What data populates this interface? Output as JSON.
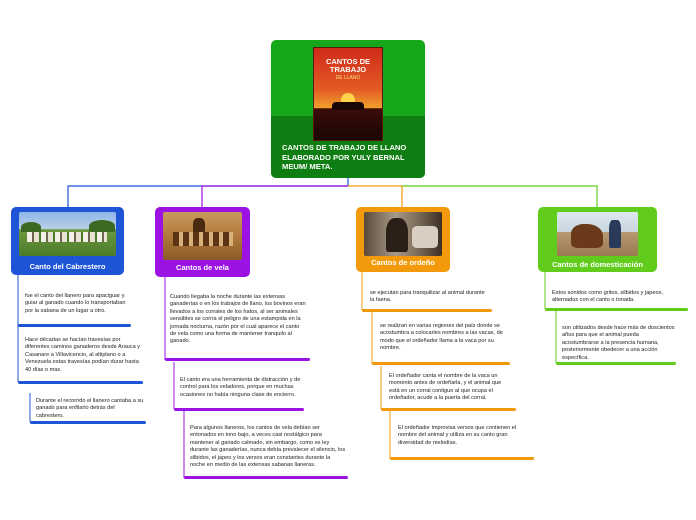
{
  "central": {
    "title": "CANTOS DE TRABAJO DE LLANO ELABORADO POR YULY BERNAL MEUM/ META.",
    "book_title": "CANTOS DE TRABAJO",
    "book_subtitle": "DE LLANO"
  },
  "colors": {
    "central": "#16a81a",
    "blue": "#1e55d6",
    "purple": "#9b12e3",
    "orange": "#f39a0c",
    "lime": "#62cc1c"
  },
  "branches": [
    {
      "label": "Canto del Cabrestero",
      "image": "cattle-herd-photo",
      "leaves": [
        "fue el canto del llanero para apaciguar y guiar al ganado cuando lo transportaban por la sabana de un lugar a otro.",
        "Hace décadas se hacían travesías por diferentes caminos ganaderos desde Arauca y Casanare a Villavicencio, al altiplano o a Venezuela estas travesías podían durar hasta 40 días o mas.",
        "Durante el recorrido el llanero cantaba a su ganado para enfilarlo detrás del cabrestero."
      ]
    },
    {
      "label": "Cantos de vela",
      "image": "night-herding-painting",
      "leaves": [
        "Cuando llegaba la noche durante las extensas ganaderías o en los trabajos de llano, los bovinos eran llevados a los corrales de los hatos, al ser animales sensibles se corría el peligro de una estampida en la jornada nocturna, razón por el cual aparece el canto de vela como una forma de mantener tranquilo al ganado.",
        "El canto era una herramienta de distracción y de control para los veladores, porque en muchas ocasiones no había ninguna clase de encierro.",
        "Para algunos llaneros, los cantos de vela debían ser entonados en tono bajo, a veces casi nostálgico para mantener al ganado calmado, sin embargo, como es ley durante las ganaderías, nunca debía prevalecer el silencio, los silbidos, el japeo y los versos eran constantes durante la noche en medio de las extensas sabanas llaneras."
      ]
    },
    {
      "label": "Cantos de ordeño",
      "image": "milking-photo",
      "leaves": [
        "se ejecutan para tranquilizar al animal durante la faena.",
        "se realizan en varias regiones del país donde se acostumbra a colocarles nombres a las vacas, de modo que el ordeñador llama a la vaca por su nombre.",
        "El ordeñador canta el nombre de la vaca un momento antes de ordeñarla, y el animal que está en un corral contiguo al que ocupa el ordeñador, acude a la puerta del corral.",
        "El ordeñador improvisa versos que contienen el nombre del animal y utiliza en su canto gran diversidad de melodías."
      ]
    },
    {
      "label": "Cantos de domesticación",
      "image": "horse-taming-photo",
      "leaves": [
        "Estos sonidos como gritos, silbidos y japeos, alternados con el canto o tonada.",
        "son utilizados desde hace más de doscientos años para que el animal pueda acostumbrarse a la presencia humana, posteriormente obedecer a una acción específica."
      ]
    }
  ]
}
